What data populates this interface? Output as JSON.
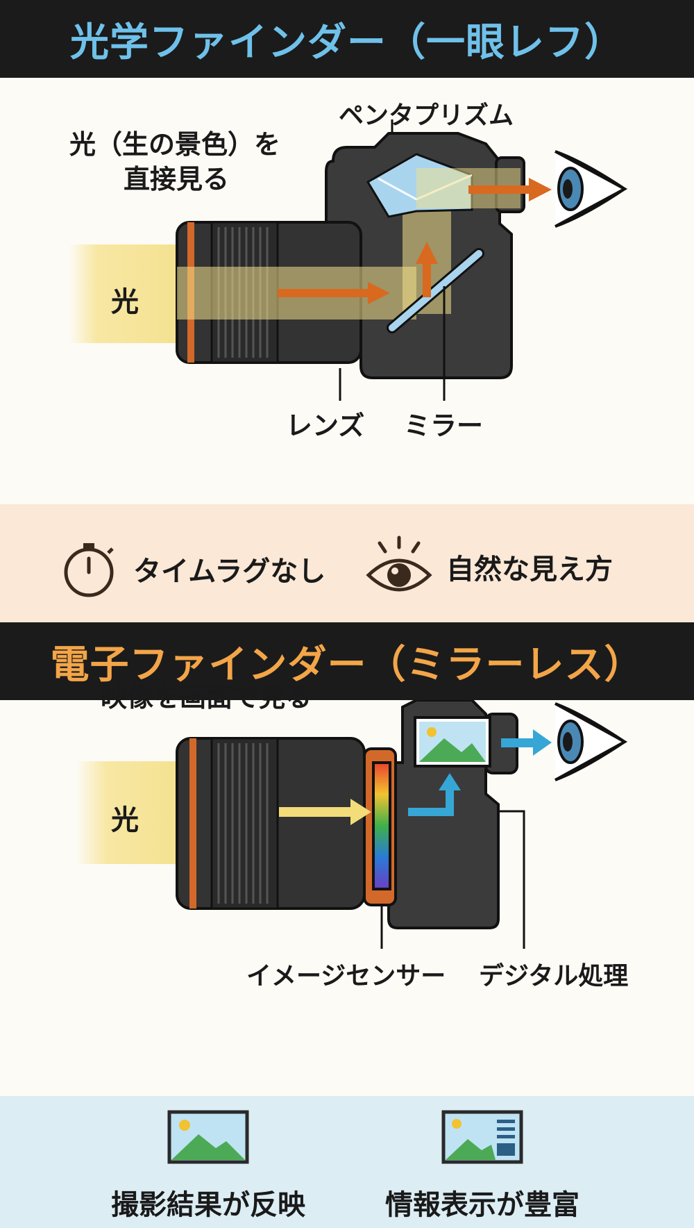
{
  "optical": {
    "title": "光学ファインダー（一眼レフ）",
    "caption_line1": "光（生の景色）を",
    "caption_line2": "直接見る",
    "light_label": "光",
    "pentaprism_label": "ペンタプリズム",
    "lens_label": "レンズ",
    "mirror_label": "ミラー",
    "features": [
      {
        "icon": "stopwatch-icon",
        "text": "タイムラグなし"
      },
      {
        "icon": "eye-icon",
        "text": "自然な見え方"
      }
    ]
  },
  "electronic": {
    "title": "電子ファインダー（ミラーレス）",
    "caption": "映像を画面で見る",
    "light_label": "光",
    "sensor_label": "イメージセンサー",
    "processing_label": "デジタル処理",
    "features": [
      {
        "icon": "landscape-photo-icon",
        "text": "撮影結果が反映"
      },
      {
        "icon": "info-display-icon",
        "text": "情報表示が豊富"
      }
    ]
  },
  "colors": {
    "header_bg": "#1b1b1b",
    "optical_title": "#6fc1ea",
    "electronic_title": "#f3a548",
    "camera_body": "#3b3b3b",
    "lens_ring": "#d2692a",
    "light_beam": "#f3e08a",
    "arrow_orange": "#d9691f",
    "arrow_blue": "#36a6d6",
    "prism_blue": "#a9d4ee",
    "feature_band_1": "#fbe8d6",
    "feature_band_2": "#dcedf4"
  }
}
